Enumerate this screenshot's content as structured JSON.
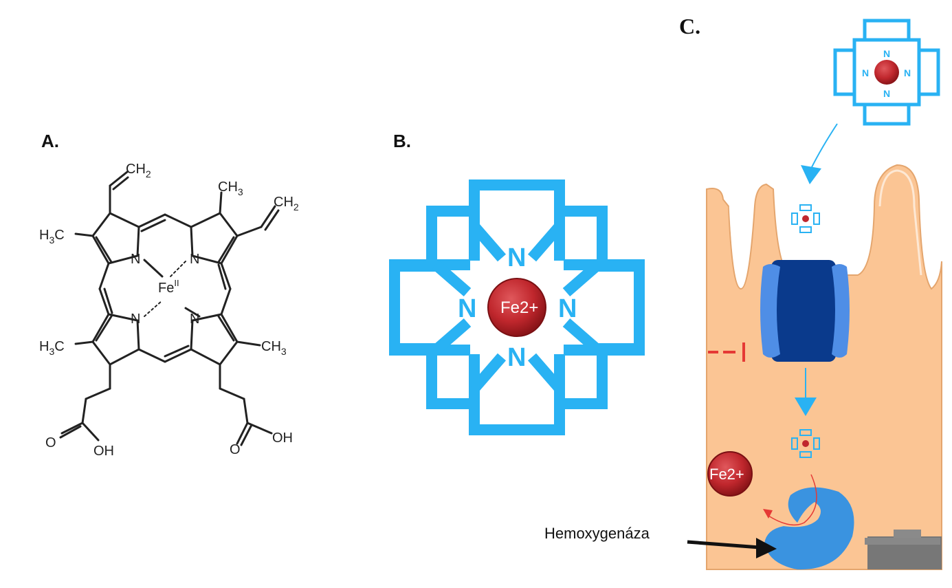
{
  "panels": {
    "a_label": "A.",
    "b_label": "B.",
    "c_label": "C."
  },
  "heme_structure": {
    "vinyl_top": "CH",
    "vinyl_top_sub": "2",
    "vinyl_right": "CH",
    "vinyl_right_sub": "2",
    "methyl_top": "CH",
    "methyl_top_sub": "3",
    "methyl_left_top": "H",
    "methyl_left_top_sub": "3",
    "methyl_left_top_c": "C",
    "methyl_left_bottom": "H",
    "methyl_left_bottom_sub": "3",
    "methyl_left_bottom_c": "C",
    "methyl_right_bottom": "CH",
    "methyl_right_bottom_sub": "3",
    "iron": "Fe",
    "iron_ox": "II",
    "nitrogen": "N",
    "acid_left_o": "O",
    "acid_left_oh": "OH",
    "acid_right_o": "O",
    "acid_right_oh": "OH"
  },
  "schematic": {
    "nitrogen": "N",
    "iron_label": "Fe2+"
  },
  "absorption": {
    "free_iron_label": "Fe2+",
    "enzyme_label": "Hemoxygenáza"
  },
  "colors": {
    "porphyrin_blue": "#29b2f3",
    "iron_red": "#c0272d",
    "cell_tan": "#fbc594",
    "transporter_dark": "#0a3a8c",
    "transporter_light": "#4f8ee6",
    "enzyme_blue": "#3a93e0",
    "inhibit_red": "#e53935"
  }
}
